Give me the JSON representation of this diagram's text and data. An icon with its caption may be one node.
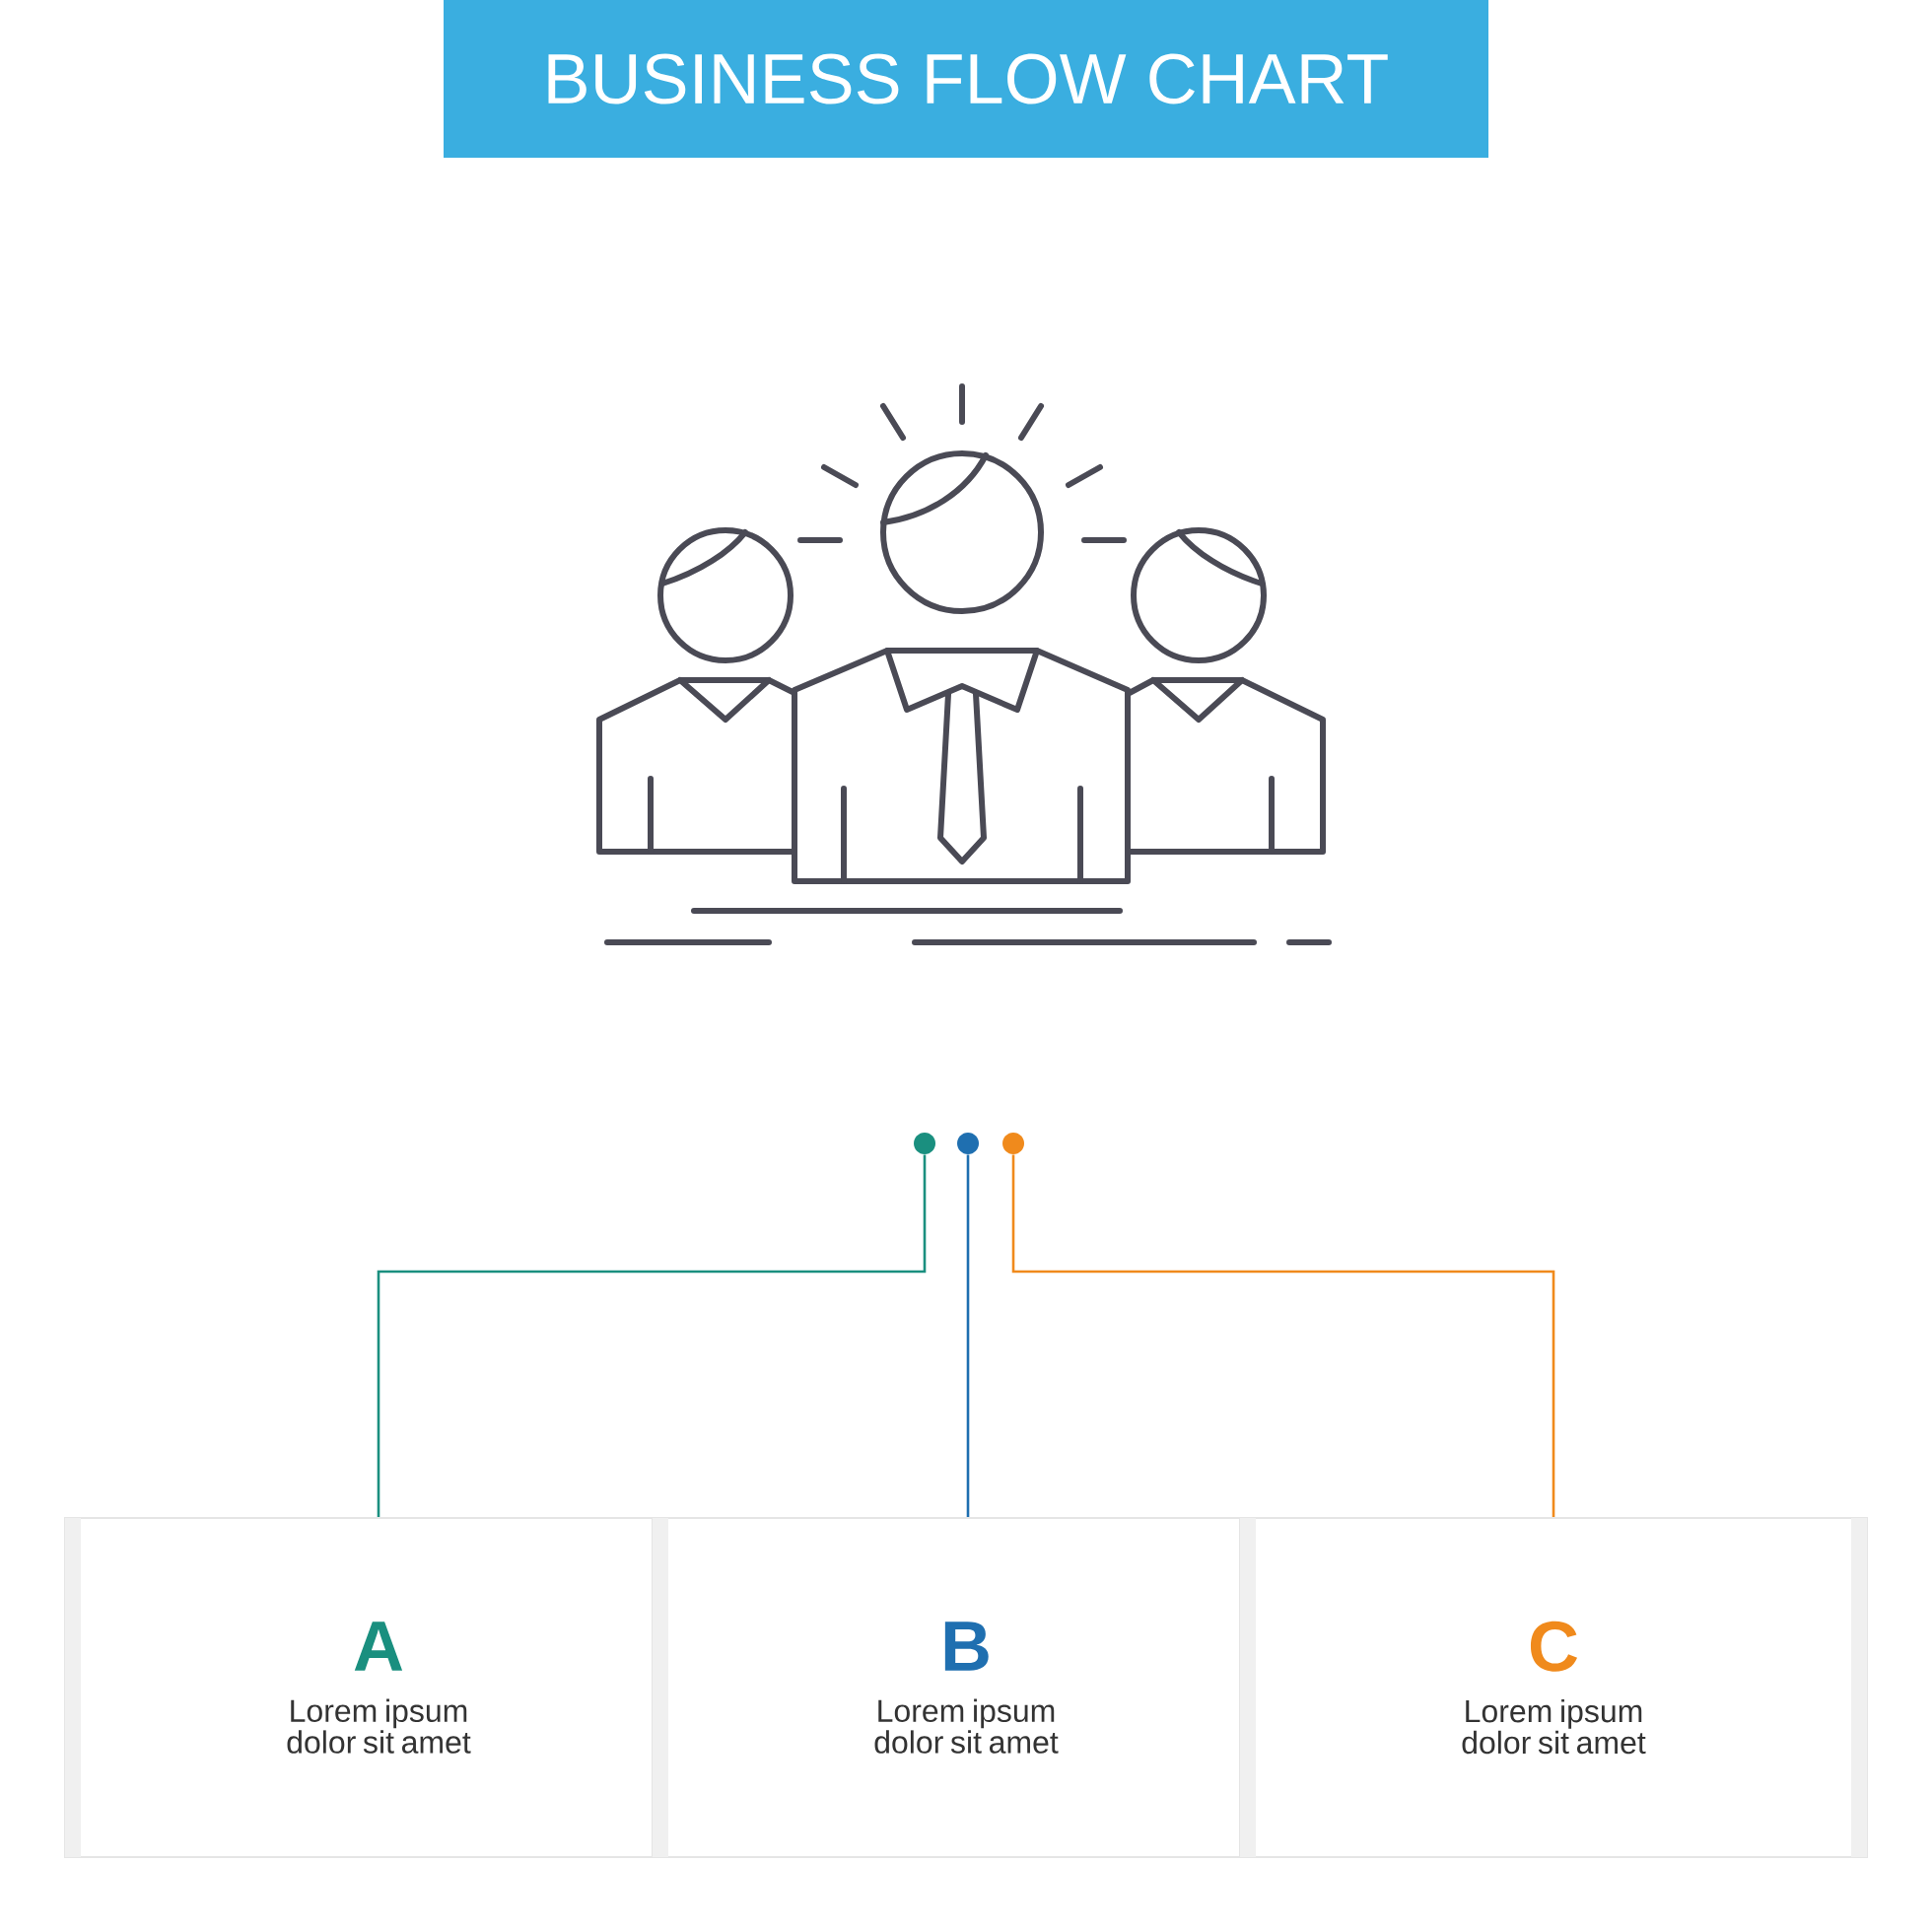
{
  "diagram": {
    "title": "BUSINESS FLOW CHART",
    "nodes": [
      {
        "text": [],
        "shape": "circle"
      },
      {
        "text": [],
        "shape": "circle"
      },
      {
        "text": [],
        "shape": "circle"
      },
      {
        "text": [
          "A",
          "Lorem ipsum dolor sit amet"
        ]
      },
      {
        "text": [
          "B",
          "Lorem ipsum dolor sit amet"
        ]
      },
      {
        "text": [
          "C",
          "Lorem ipsum dolor sit amet"
        ]
      }
    ],
    "edges": [
      {
        "from": 0,
        "to": 3,
        "arrow": "none",
        "color": "#1a8f7f"
      },
      {
        "from": 1,
        "to": 4,
        "arrow": "none",
        "color": "#1f6fb0"
      },
      {
        "from": 2,
        "to": 5,
        "arrow": "none",
        "color": "#f08a1c"
      }
    ]
  }
}
